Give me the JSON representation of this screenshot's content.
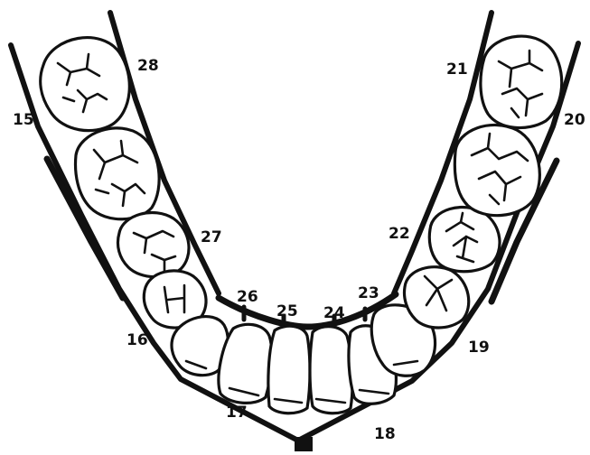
{
  "diagram": {
    "labels": {
      "p15": "15",
      "p16": "16",
      "p17": "17",
      "p18": "18",
      "p19": "19",
      "p20": "20",
      "p21": "21",
      "p22": "22",
      "p23": "23",
      "p24": "24",
      "p25": "25",
      "p26": "26",
      "p27": "27",
      "p28": "28"
    }
  }
}
